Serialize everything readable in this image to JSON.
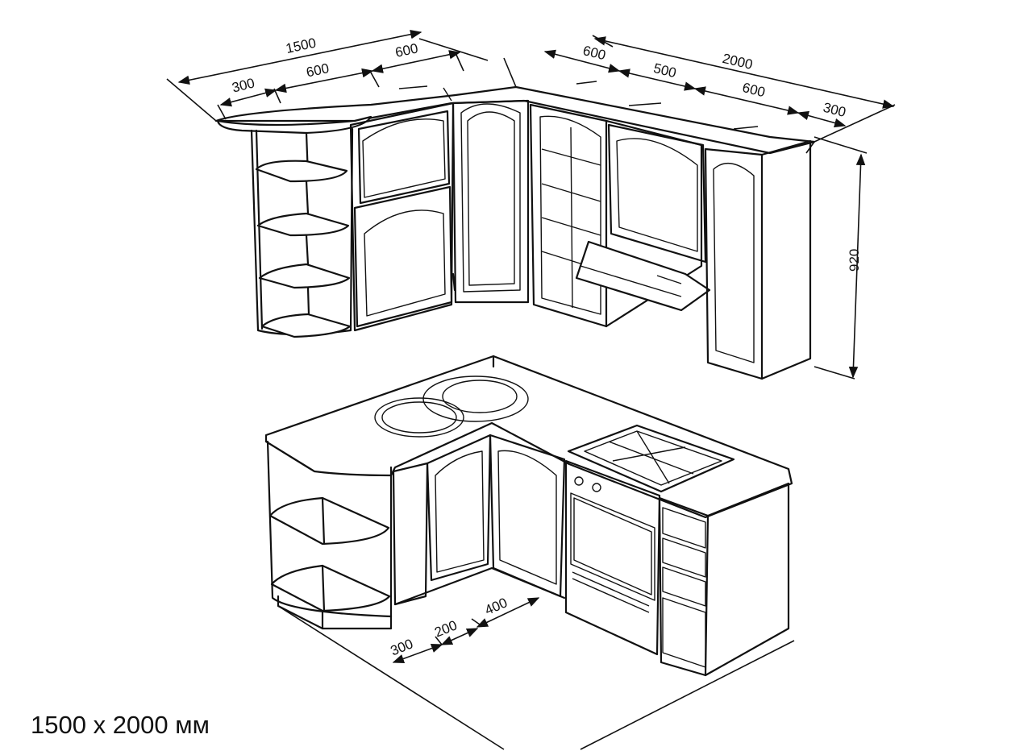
{
  "caption": "1500 x 2000 мм",
  "dimensions": {
    "upper_left_total": "1500",
    "upper_left_300": "300",
    "upper_left_600a": "600",
    "upper_left_600b": "600",
    "upper_right_total": "2000",
    "upper_right_600a": "600",
    "upper_right_500": "500",
    "upper_right_600b": "600",
    "upper_right_300": "300",
    "height": "920",
    "floor_300": "300",
    "floor_200": "200",
    "floor_400": "400"
  }
}
